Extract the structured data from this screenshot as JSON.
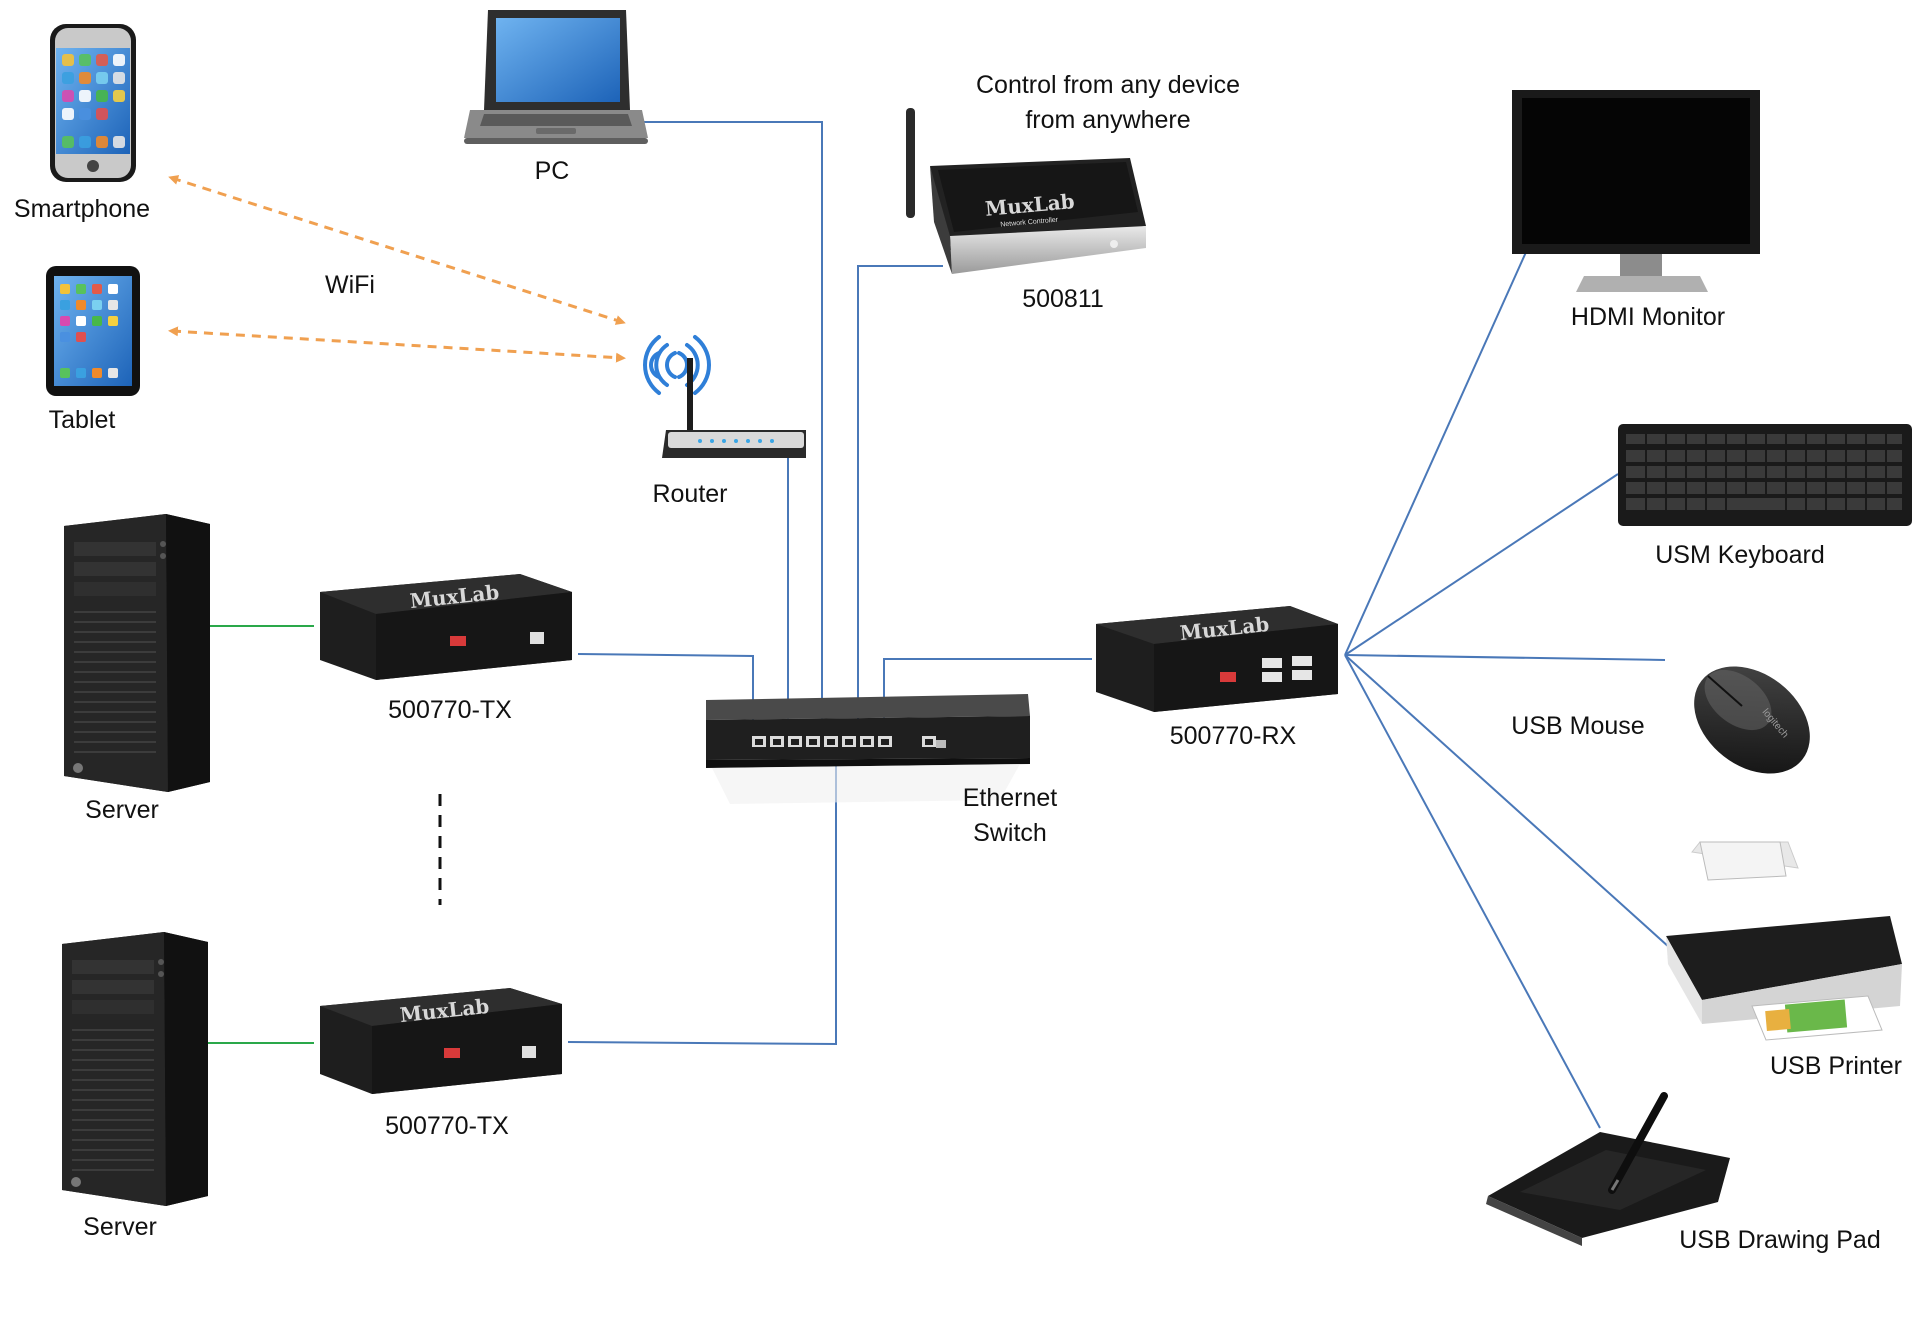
{
  "labels": {
    "smartphone": "Smartphone",
    "tablet": "Tablet",
    "wifi": "WiFi",
    "pc": "PC",
    "router": "Router",
    "control_line1": "Control from any device",
    "control_line2": "from anywhere",
    "controller_model": "500811",
    "ethernet_line1": "Ethernet",
    "ethernet_line2": "Switch",
    "tx_top": "500770-TX",
    "tx_bottom": "500770-TX",
    "rx": "500770-RX",
    "server_top": "Server",
    "server_bottom": "Server",
    "hdmi_monitor": "HDMI Monitor",
    "keyboard": "USM Keyboard",
    "mouse": "USB Mouse",
    "printer": "USB Printer",
    "drawing_pad": "USB Drawing Pad"
  },
  "device_text": {
    "brand": "MuxLab",
    "controller_sub": "Network Controller",
    "mouse_brand": "logitech"
  },
  "colors": {
    "network_line": "#4a78b8",
    "server_link": "#2aa84a",
    "wifi_arrow": "#f0a050",
    "device_dark": "#1c1c1c",
    "label_text": "#111111"
  },
  "icons": {
    "smartphone": "smartphone-icon",
    "tablet": "tablet-icon",
    "pc": "laptop-icon",
    "router": "wifi-router-icon",
    "controller": "network-controller-icon",
    "switch": "ethernet-switch-icon",
    "tx": "kvm-transmitter-icon",
    "rx": "kvm-receiver-icon",
    "server": "tower-server-icon",
    "monitor": "monitor-icon",
    "keyboard": "keyboard-icon",
    "mouse": "mouse-icon",
    "printer": "printer-icon",
    "drawing_pad": "drawing-tablet-icon"
  }
}
